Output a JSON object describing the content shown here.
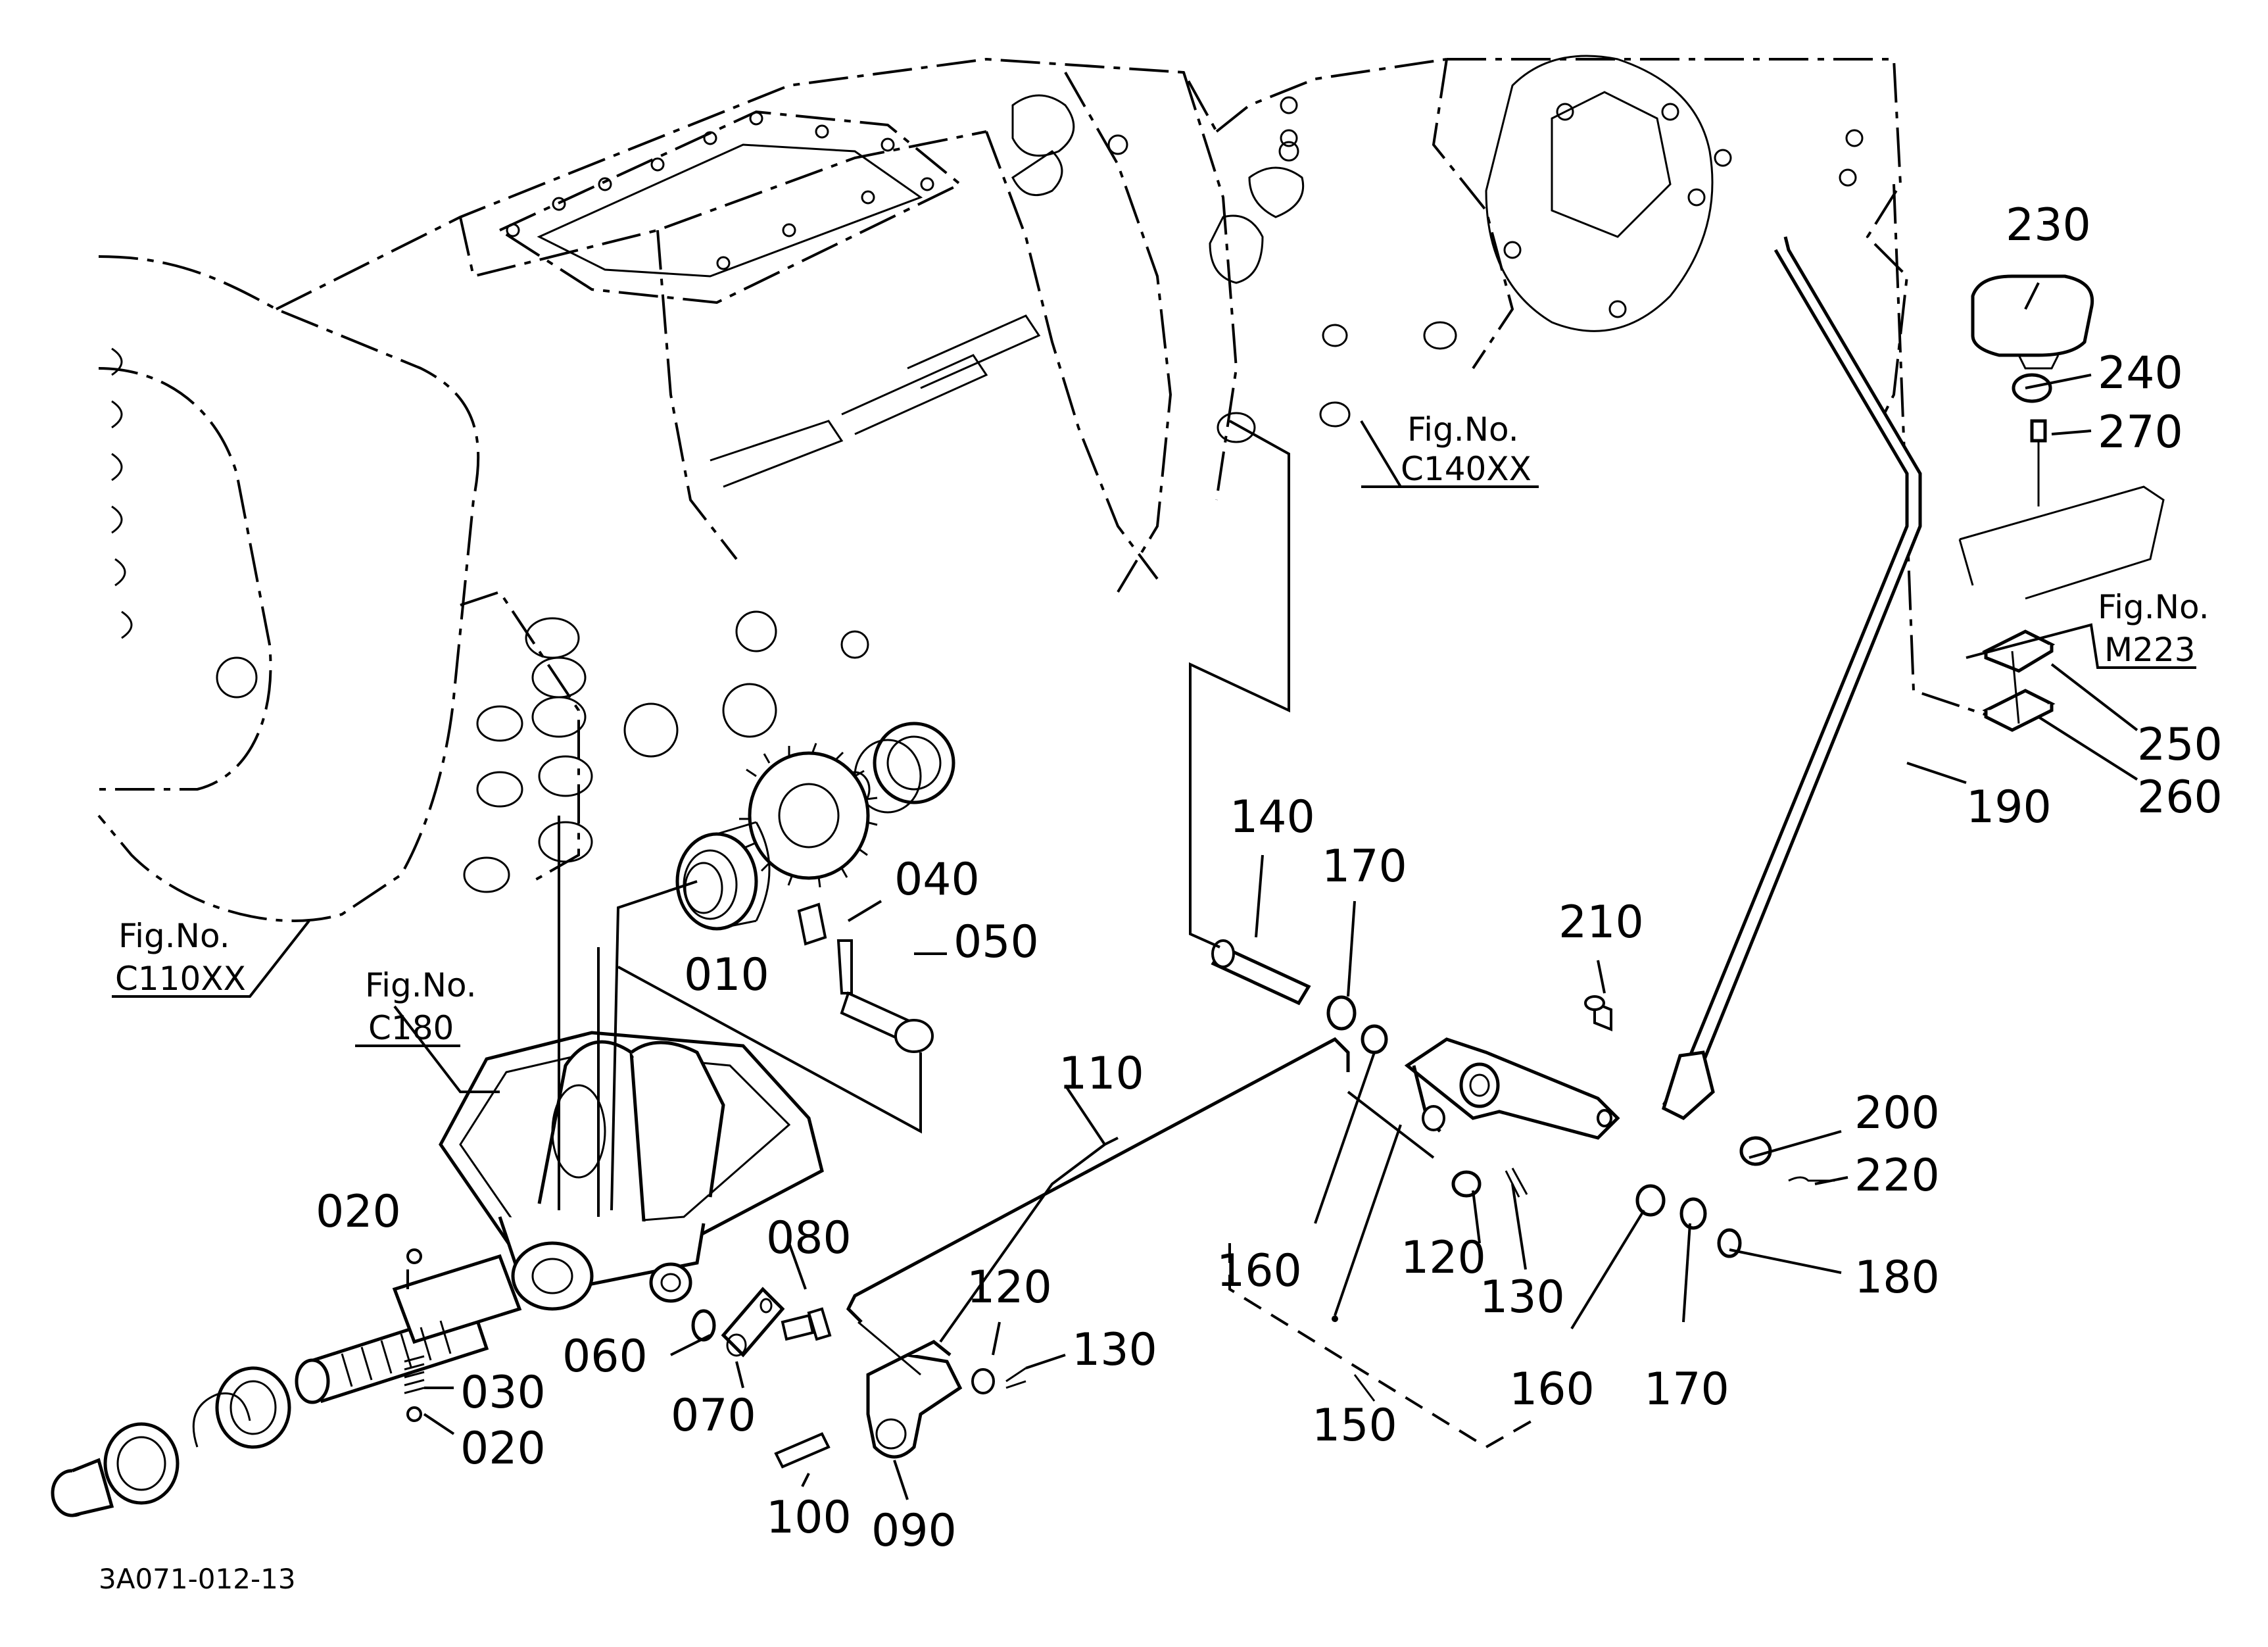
{
  "drawing_id": "3A071-012-13",
  "fig_refs": [
    {
      "id": "c140",
      "label": "Fig.No.",
      "code": "C140XX"
    },
    {
      "id": "m223",
      "label": "Fig.No.",
      "code": "M223"
    },
    {
      "id": "c110",
      "label": "Fig.No.",
      "code": "C110XX"
    },
    {
      "id": "c180",
      "label": "Fig.No.",
      "code": "C180"
    }
  ],
  "part_numbers": {
    "p230": "230",
    "p240": "240",
    "p270": "270",
    "p250": "250",
    "p260": "260",
    "p190": "190",
    "p140": "140",
    "p170a": "170",
    "p210": "210",
    "p040": "040",
    "p050": "050",
    "p010": "010",
    "p110": "110",
    "p200": "200",
    "p220": "220",
    "p020a": "020",
    "p080": "080",
    "p120a": "120",
    "p130a": "130",
    "p160a": "160",
    "p120b": "120",
    "p130b": "130",
    "p180": "180",
    "p060": "060",
    "p030": "030",
    "p020b": "020",
    "p070": "070",
    "p100": "100",
    "p090": "090",
    "p150": "150",
    "p160b": "160",
    "p170b": "170"
  },
  "colors": {
    "ink": "#000000",
    "paper": "#ffffff"
  }
}
